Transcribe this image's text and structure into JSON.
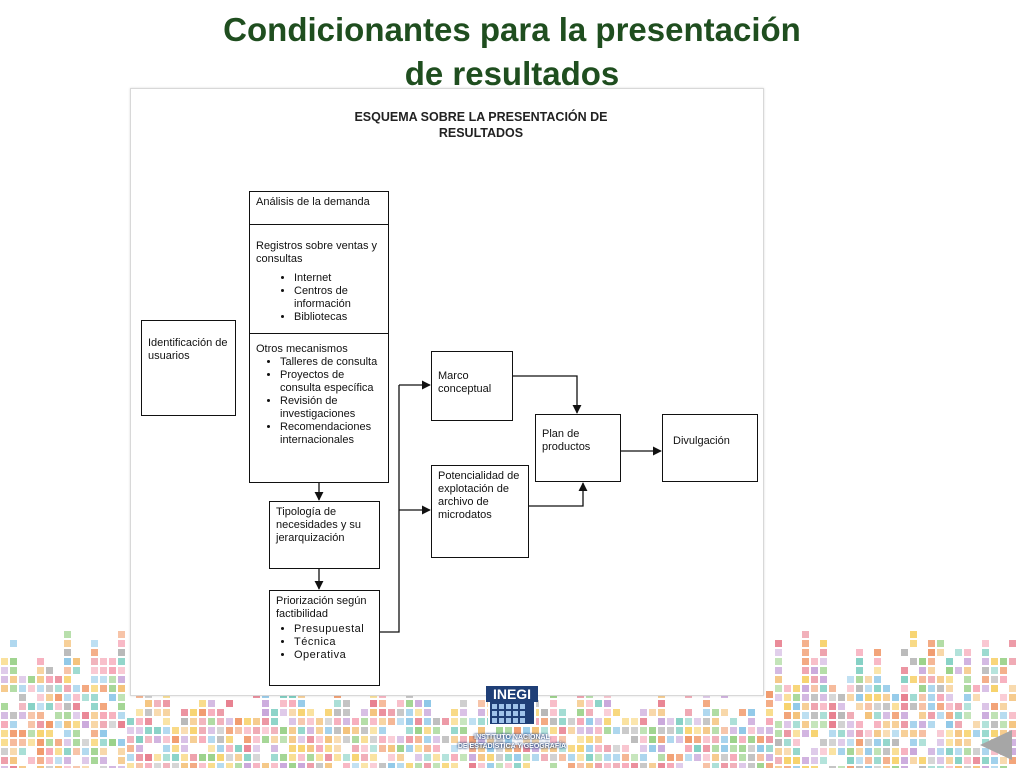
{
  "title": {
    "line1": "Condicionantes para la presentación",
    "line2": "de resultados"
  },
  "diagram": {
    "heading_line1": "ESQUEMA SOBRE LA PRESENTACIÓN DE",
    "heading_line2": "RESULTADOS",
    "identificacion": "Identificación de usuarios",
    "analisis": "Análisis de la demanda",
    "registros": {
      "label": "Registros sobre ventas y consultas",
      "items": [
        "Internet",
        "Centros de información",
        "Bibliotecas"
      ]
    },
    "otros": {
      "label": "Otros mecanismos",
      "items": [
        "Talleres de consulta",
        "Proyectos de consulta específica",
        "Revisión de investigaciones",
        "Recomendaciones internacionales"
      ]
    },
    "tipologia": "Tipología de necesidades y su jerarquización",
    "priorizacion": {
      "label": "Priorización según factibilidad",
      "items": [
        "Presupuestal",
        "Técnica",
        "Operativa"
      ]
    },
    "marco": "Marco conceptual",
    "potencialidad": "Potencialidad de explotación de archivo de microdatos",
    "plan": "Plan de productos",
    "divulgacion": "Divulgación"
  },
  "logo": {
    "brand": "INEGI",
    "line1": "INSTITUTO NACIONAL",
    "line2": "DE ESTADÍSTICA Y GEOGRAFÍA"
  },
  "nav": {
    "back_icon": "triangle-left-icon"
  },
  "colors": {
    "title": "#1f4e1f",
    "logo": "#1f3f77",
    "back_button": "#a6a6a6"
  }
}
